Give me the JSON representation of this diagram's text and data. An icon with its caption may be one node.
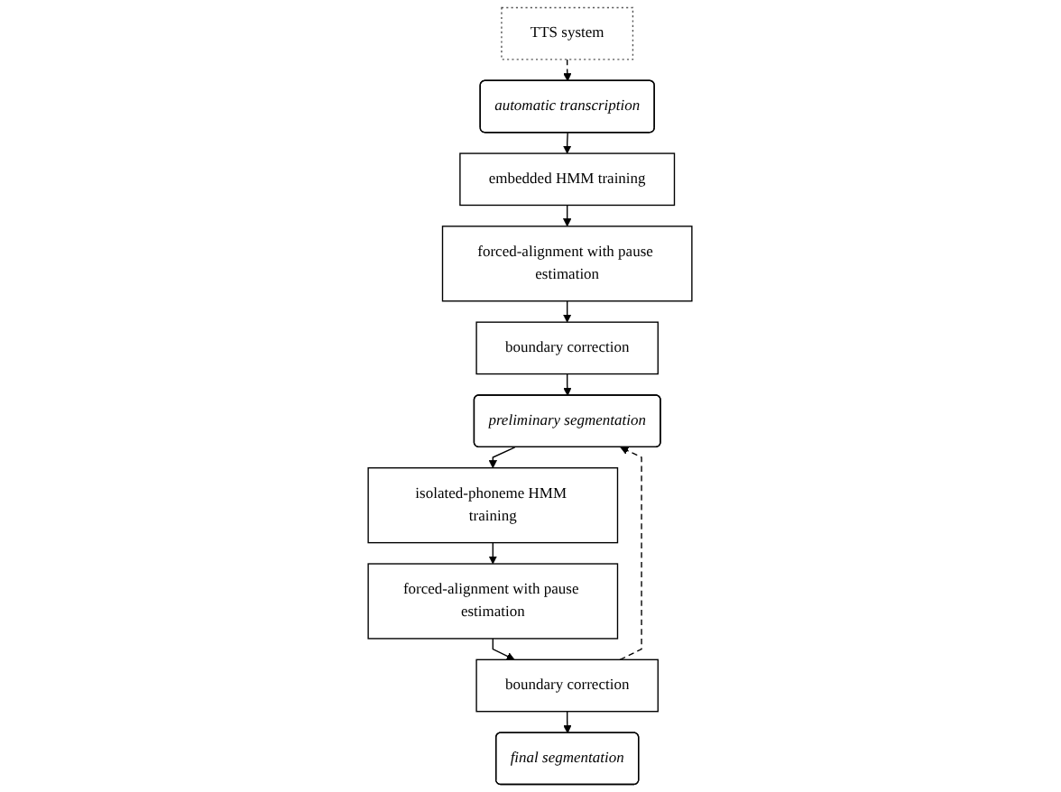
{
  "diagram": {
    "nodes": [
      {
        "text": [
          "TTS system"
        ]
      },
      {
        "text": [
          "automatic transcription"
        ]
      },
      {
        "text": [
          "embedded HMM training"
        ]
      },
      {
        "text": [
          "forced-alignment with pause estimation"
        ]
      },
      {
        "text": [
          "boundary correction"
        ]
      },
      {
        "text": [
          "preliminary segmentation"
        ]
      },
      {
        "text": [
          "isolated-phoneme HMM training"
        ]
      },
      {
        "text": [
          "forced-alignment with pause estimation"
        ]
      },
      {
        "text": [
          "boundary correction"
        ]
      },
      {
        "text": [
          "final segmentation"
        ]
      }
    ],
    "edges": [
      {
        "from": 0,
        "to": 1,
        "arrow": "to",
        "style": "dashed"
      },
      {
        "from": 1,
        "to": 2,
        "arrow": "to"
      },
      {
        "from": 2,
        "to": 3,
        "arrow": "to"
      },
      {
        "from": 3,
        "to": 4,
        "arrow": "to"
      },
      {
        "from": 4,
        "to": 5,
        "arrow": "to"
      },
      {
        "from": 5,
        "to": 6,
        "arrow": "to"
      },
      {
        "from": 6,
        "to": 7,
        "arrow": "to"
      },
      {
        "from": 7,
        "to": 8,
        "arrow": "to"
      },
      {
        "from": 8,
        "to": 9,
        "arrow": "to"
      },
      {
        "from": 8,
        "to": 5,
        "arrow": "to",
        "style": "dashed"
      }
    ]
  }
}
